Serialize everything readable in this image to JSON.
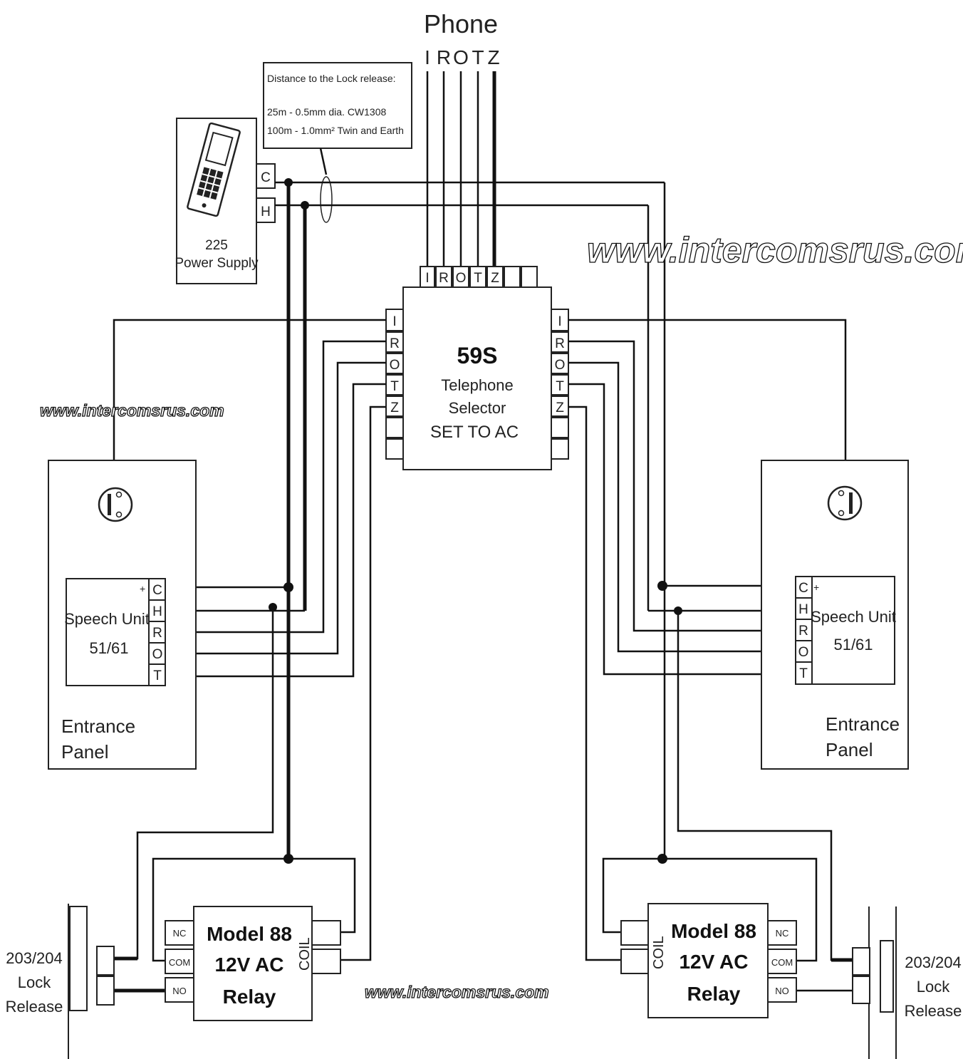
{
  "phone": {
    "title": "Phone",
    "terminals": [
      "I",
      "R",
      "O",
      "T",
      "Z"
    ]
  },
  "note": {
    "title": "Distance to the Lock release:",
    "line1": "25m - 0.5mm dia. CW1308",
    "line2": "100m - 1.0mm² Twin and Earth"
  },
  "power_supply": {
    "model": "225",
    "name": "Power Supply",
    "terminals": [
      "C",
      "H"
    ]
  },
  "selector": {
    "model": "59S",
    "line1": "Telephone",
    "line2": "Selector",
    "line3": "SET TO AC",
    "top_terminals": [
      "I",
      "R",
      "O",
      "T",
      "Z"
    ],
    "side_terminals": [
      "I",
      "R",
      "O",
      "T",
      "Z"
    ]
  },
  "speech_unit": {
    "name": "Speech Unit",
    "model": "51/61",
    "plus": "+",
    "terminals": [
      "C",
      "H",
      "R",
      "O",
      "T"
    ]
  },
  "panel": {
    "line1": "Entrance",
    "line2": "Panel"
  },
  "relay": {
    "line1": "Model 88",
    "line2": "12V AC",
    "line3": "Relay",
    "coil": "COIL",
    "terminals": [
      "NC",
      "COM",
      "NO"
    ]
  },
  "lock": {
    "model": "203/204",
    "line1": "Lock",
    "line2": "Release"
  },
  "watermark": "www.intercomsrus.com"
}
